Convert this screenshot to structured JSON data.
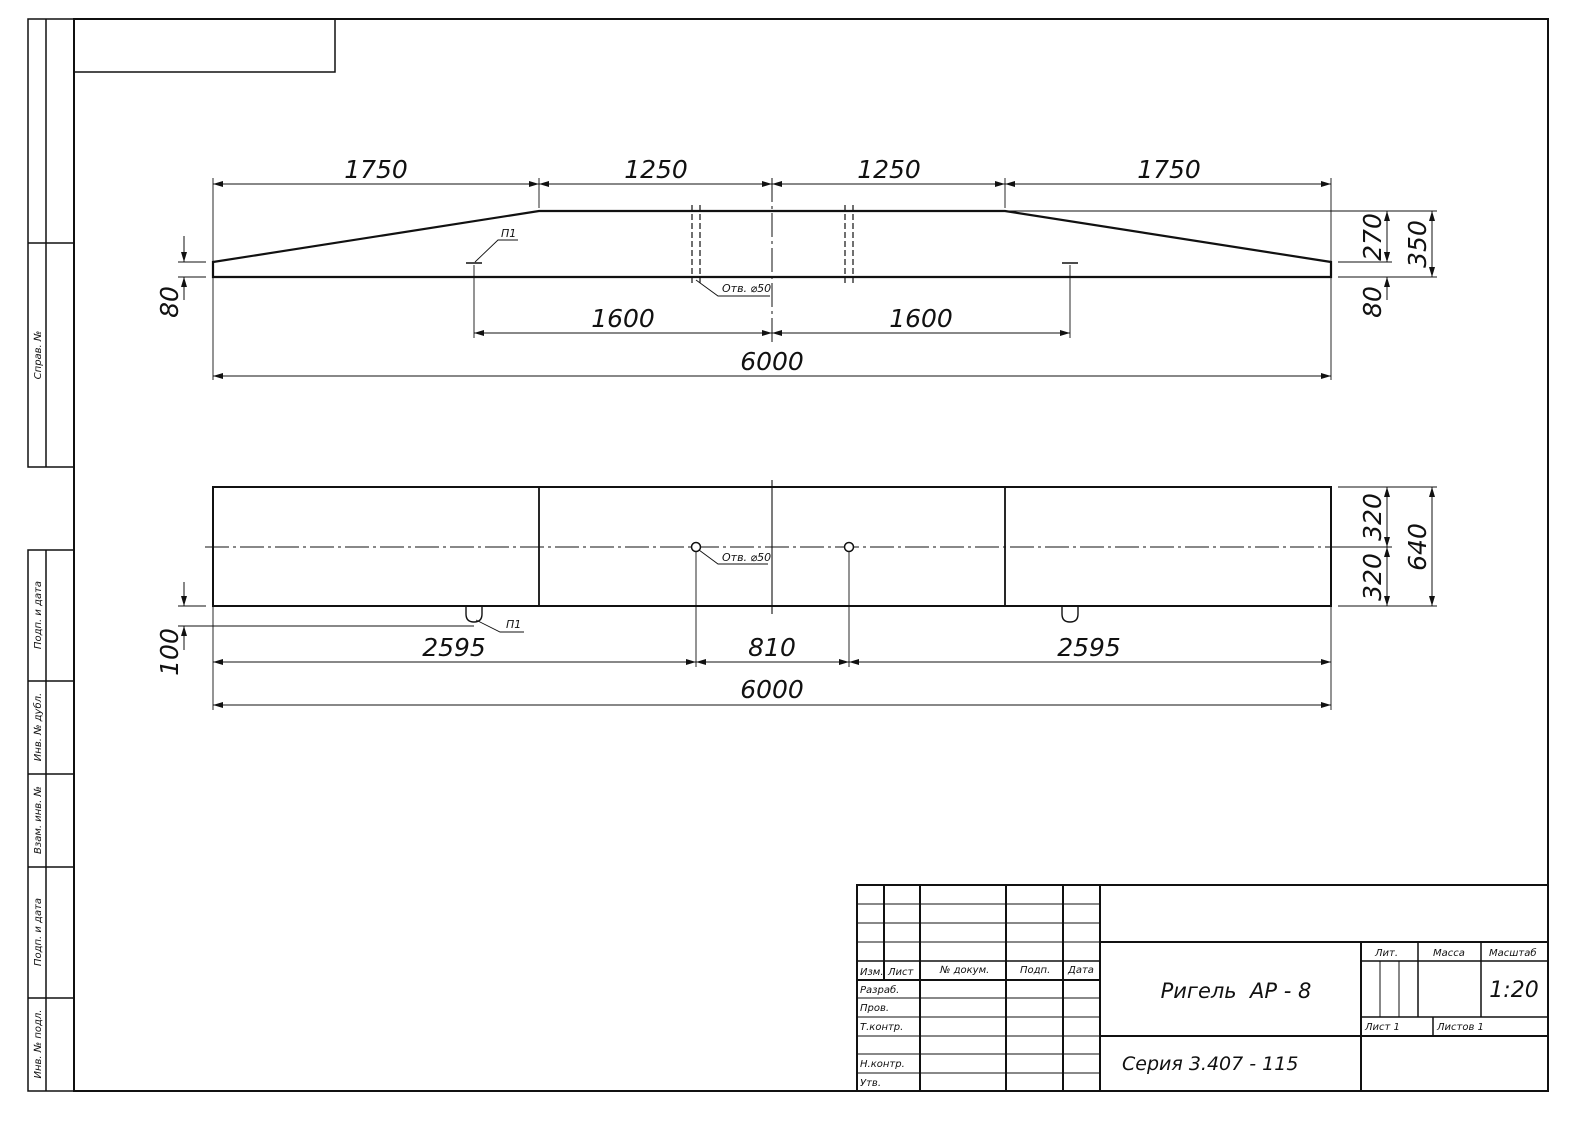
{
  "drawing": {
    "side_view": {
      "dimensions_top": [
        "1750",
        "1250",
        "1250",
        "1750"
      ],
      "dimensions_right": [
        "270",
        "350",
        "80"
      ],
      "dimension_left": "80",
      "dimensions_bottom": [
        "1600",
        "1600"
      ],
      "overall_length": "6000",
      "part_mark": "П1",
      "hole_note": "Отв. ⌀50"
    },
    "plan_view": {
      "dimensions_right": [
        "320",
        "320",
        "640"
      ],
      "dimension_left": "100",
      "dimensions_bottom": [
        "2595",
        "810",
        "2595"
      ],
      "overall_length": "6000",
      "part_mark": "П1",
      "hole_note": "Отв. ⌀50"
    }
  },
  "side_stamp": {
    "sprav": "Справ. №",
    "podp_data_1": "Подп. и дата",
    "inv_dubl": "Инв. № дубл.",
    "vzam_inv": "Взам. инв. №",
    "podp_data_2": "Подп. и дата",
    "inv_podl": "Инв. № подл."
  },
  "title_block": {
    "headers": [
      "Изм.",
      "Лист",
      "№ докум.",
      "Подп.",
      "Дата"
    ],
    "roles": [
      "Разраб.",
      "Пров.",
      "Т.контр.",
      "Н.контр.",
      "Утв."
    ],
    "title": "Ригель  АР - 8",
    "series": "Серия 3.407 - 115",
    "lit_label": "Лит.",
    "mass_label": "Масса",
    "scale_label": "Масштаб",
    "scale_value": "1:20",
    "sheet_label": "Лист 1",
    "sheets_label": "Листов 1"
  }
}
